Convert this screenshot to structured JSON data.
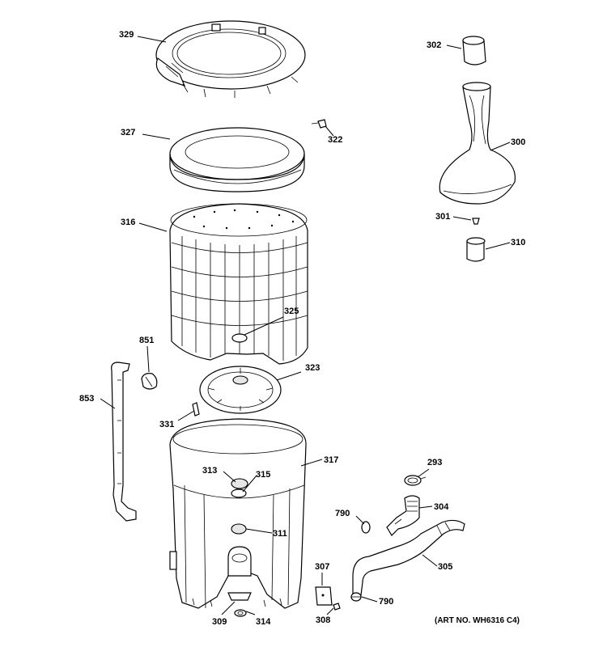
{
  "callouts": {
    "c329": "329",
    "c327": "327",
    "c322": "322",
    "c316": "316",
    "c325": "325",
    "c851": "851",
    "c323": "323",
    "c853": "853",
    "c331": "331",
    "c317": "317",
    "c313": "313",
    "c315": "315",
    "c311": "311",
    "c309": "309",
    "c314": "314",
    "c302": "302",
    "c300": "300",
    "c301": "301",
    "c310": "310",
    "c293": "293",
    "c790a": "790",
    "c304": "304",
    "c305": "305",
    "c307": "307",
    "c308": "308",
    "c790b": "790"
  },
  "art_number": "(ART NO. WH6316 C4)"
}
